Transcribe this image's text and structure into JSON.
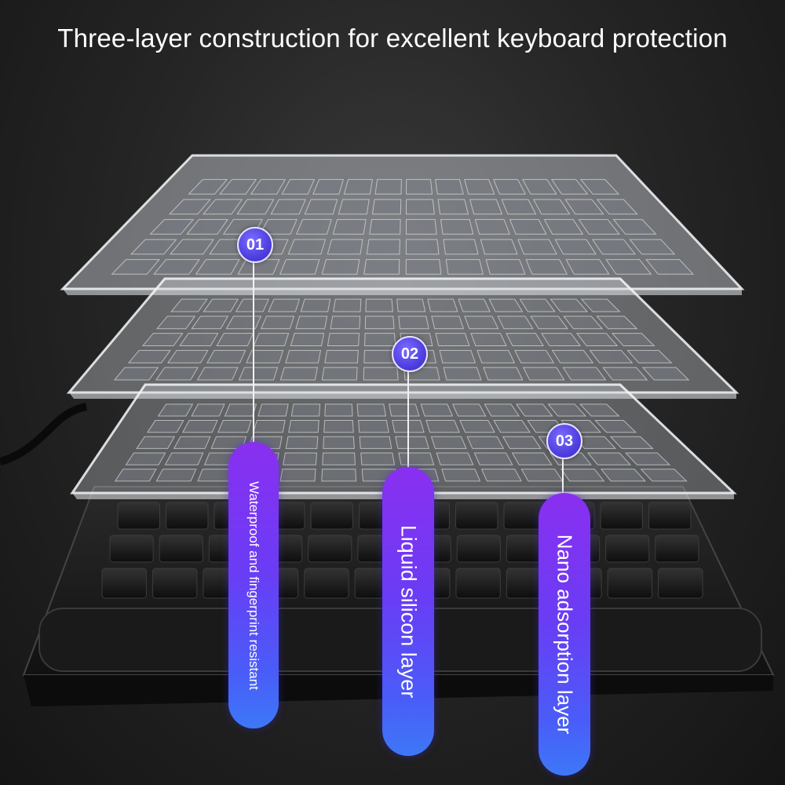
{
  "headline": "Three-layer construction for excellent keyboard protection",
  "layers": [
    {
      "number": "01",
      "label": "Waterproof and fingerprint resistant"
    },
    {
      "number": "02",
      "label": "Liquid silicon layer"
    },
    {
      "number": "03",
      "label": "Nano adsorption layer"
    }
  ],
  "colors": {
    "badge": "#5a48e8",
    "pill_top": "#8a2ff0",
    "pill_bottom": "#3d78f7",
    "layer_fill": "#d8dde2",
    "keyboard": "#1c1c1c"
  }
}
